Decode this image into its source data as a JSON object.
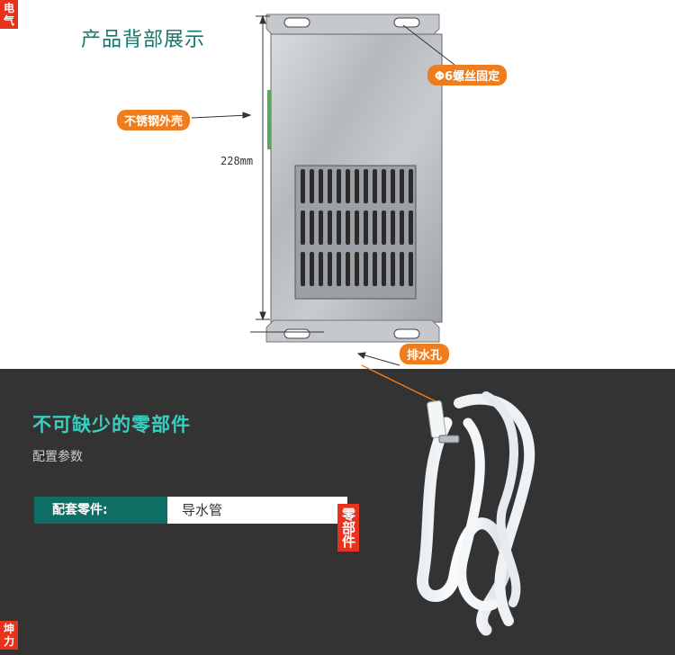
{
  "top_tag": "电气",
  "bottom_tag": "坤力",
  "product_section": {
    "title": "产品背部展示",
    "callout_screw": "Φ6螺丝固定",
    "callout_shell": "不锈钢外壳",
    "callout_drain": "排水孔",
    "dimension_label": "228mm"
  },
  "parts_section": {
    "title": "不可缺少的零部件",
    "subtitle": "配置参数",
    "spec_label": "配套零件:",
    "spec_value": "导水管",
    "side_tag": "零部件"
  },
  "colors": {
    "accent_teal": "#0f6e64",
    "accent_orange": "#f07d1d",
    "accent_red": "#e8321e",
    "dark_bg": "#333333"
  }
}
